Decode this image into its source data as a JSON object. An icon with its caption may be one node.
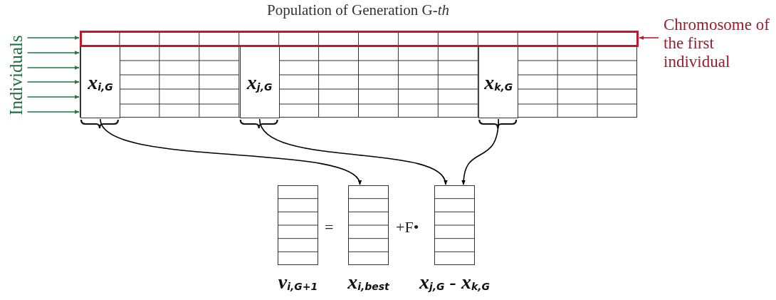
{
  "diagram": {
    "title": "Population of Generation G-*th*",
    "nodes": [
      {
        "text": [],
        "shape": "box"
      },
      {
        "text": [],
        "shape": "bar",
        "in": 0
      },
      {
        "text": [
          "x$_{i,G}$"
        ],
        "in": 0
      },
      {
        "text": [
          "x$_{j,G}$"
        ],
        "in": 0
      },
      {
        "text": [
          "x$_{k,G}$"
        ],
        "in": 0
      },
      {
        "text": [
          "Individuals"
        ]
      },
      {
        "text": [
          "Chromosome of the first individual"
        ]
      },
      {
        "text": [
          "v$_{i,G+1}$"
        ]
      },
      {
        "text": [
          "x$_{i,best}$"
        ]
      },
      {
        "text": [
          "x$_{j,G}$ - x$_{k,G}$"
        ]
      }
    ],
    "edges": [
      {
        "from": 5,
        "to": 1,
        "arrow": "to"
      },
      {
        "from": 5,
        "to": 0,
        "arrow": "to"
      },
      {
        "from": 5,
        "to": 0,
        "arrow": "to"
      },
      {
        "from": 5,
        "to": 0,
        "arrow": "to"
      },
      {
        "from": 5,
        "to": 0,
        "arrow": "to"
      },
      {
        "from": 5,
        "to": 0,
        "arrow": "to"
      },
      {
        "from": 6,
        "to": 1,
        "arrow": "to",
        "color": "#c0182a"
      },
      {
        "from": 2,
        "to": 8,
        "arrow": "to",
        "color": "#000000"
      },
      {
        "from": 3,
        "to": 9,
        "arrow": "to",
        "color": "#000000"
      },
      {
        "from": 4,
        "to": 9,
        "arrow": "to",
        "color": "#000000"
      }
    ],
    "labels": [
      "=",
      "+F•"
    ]
  }
}
